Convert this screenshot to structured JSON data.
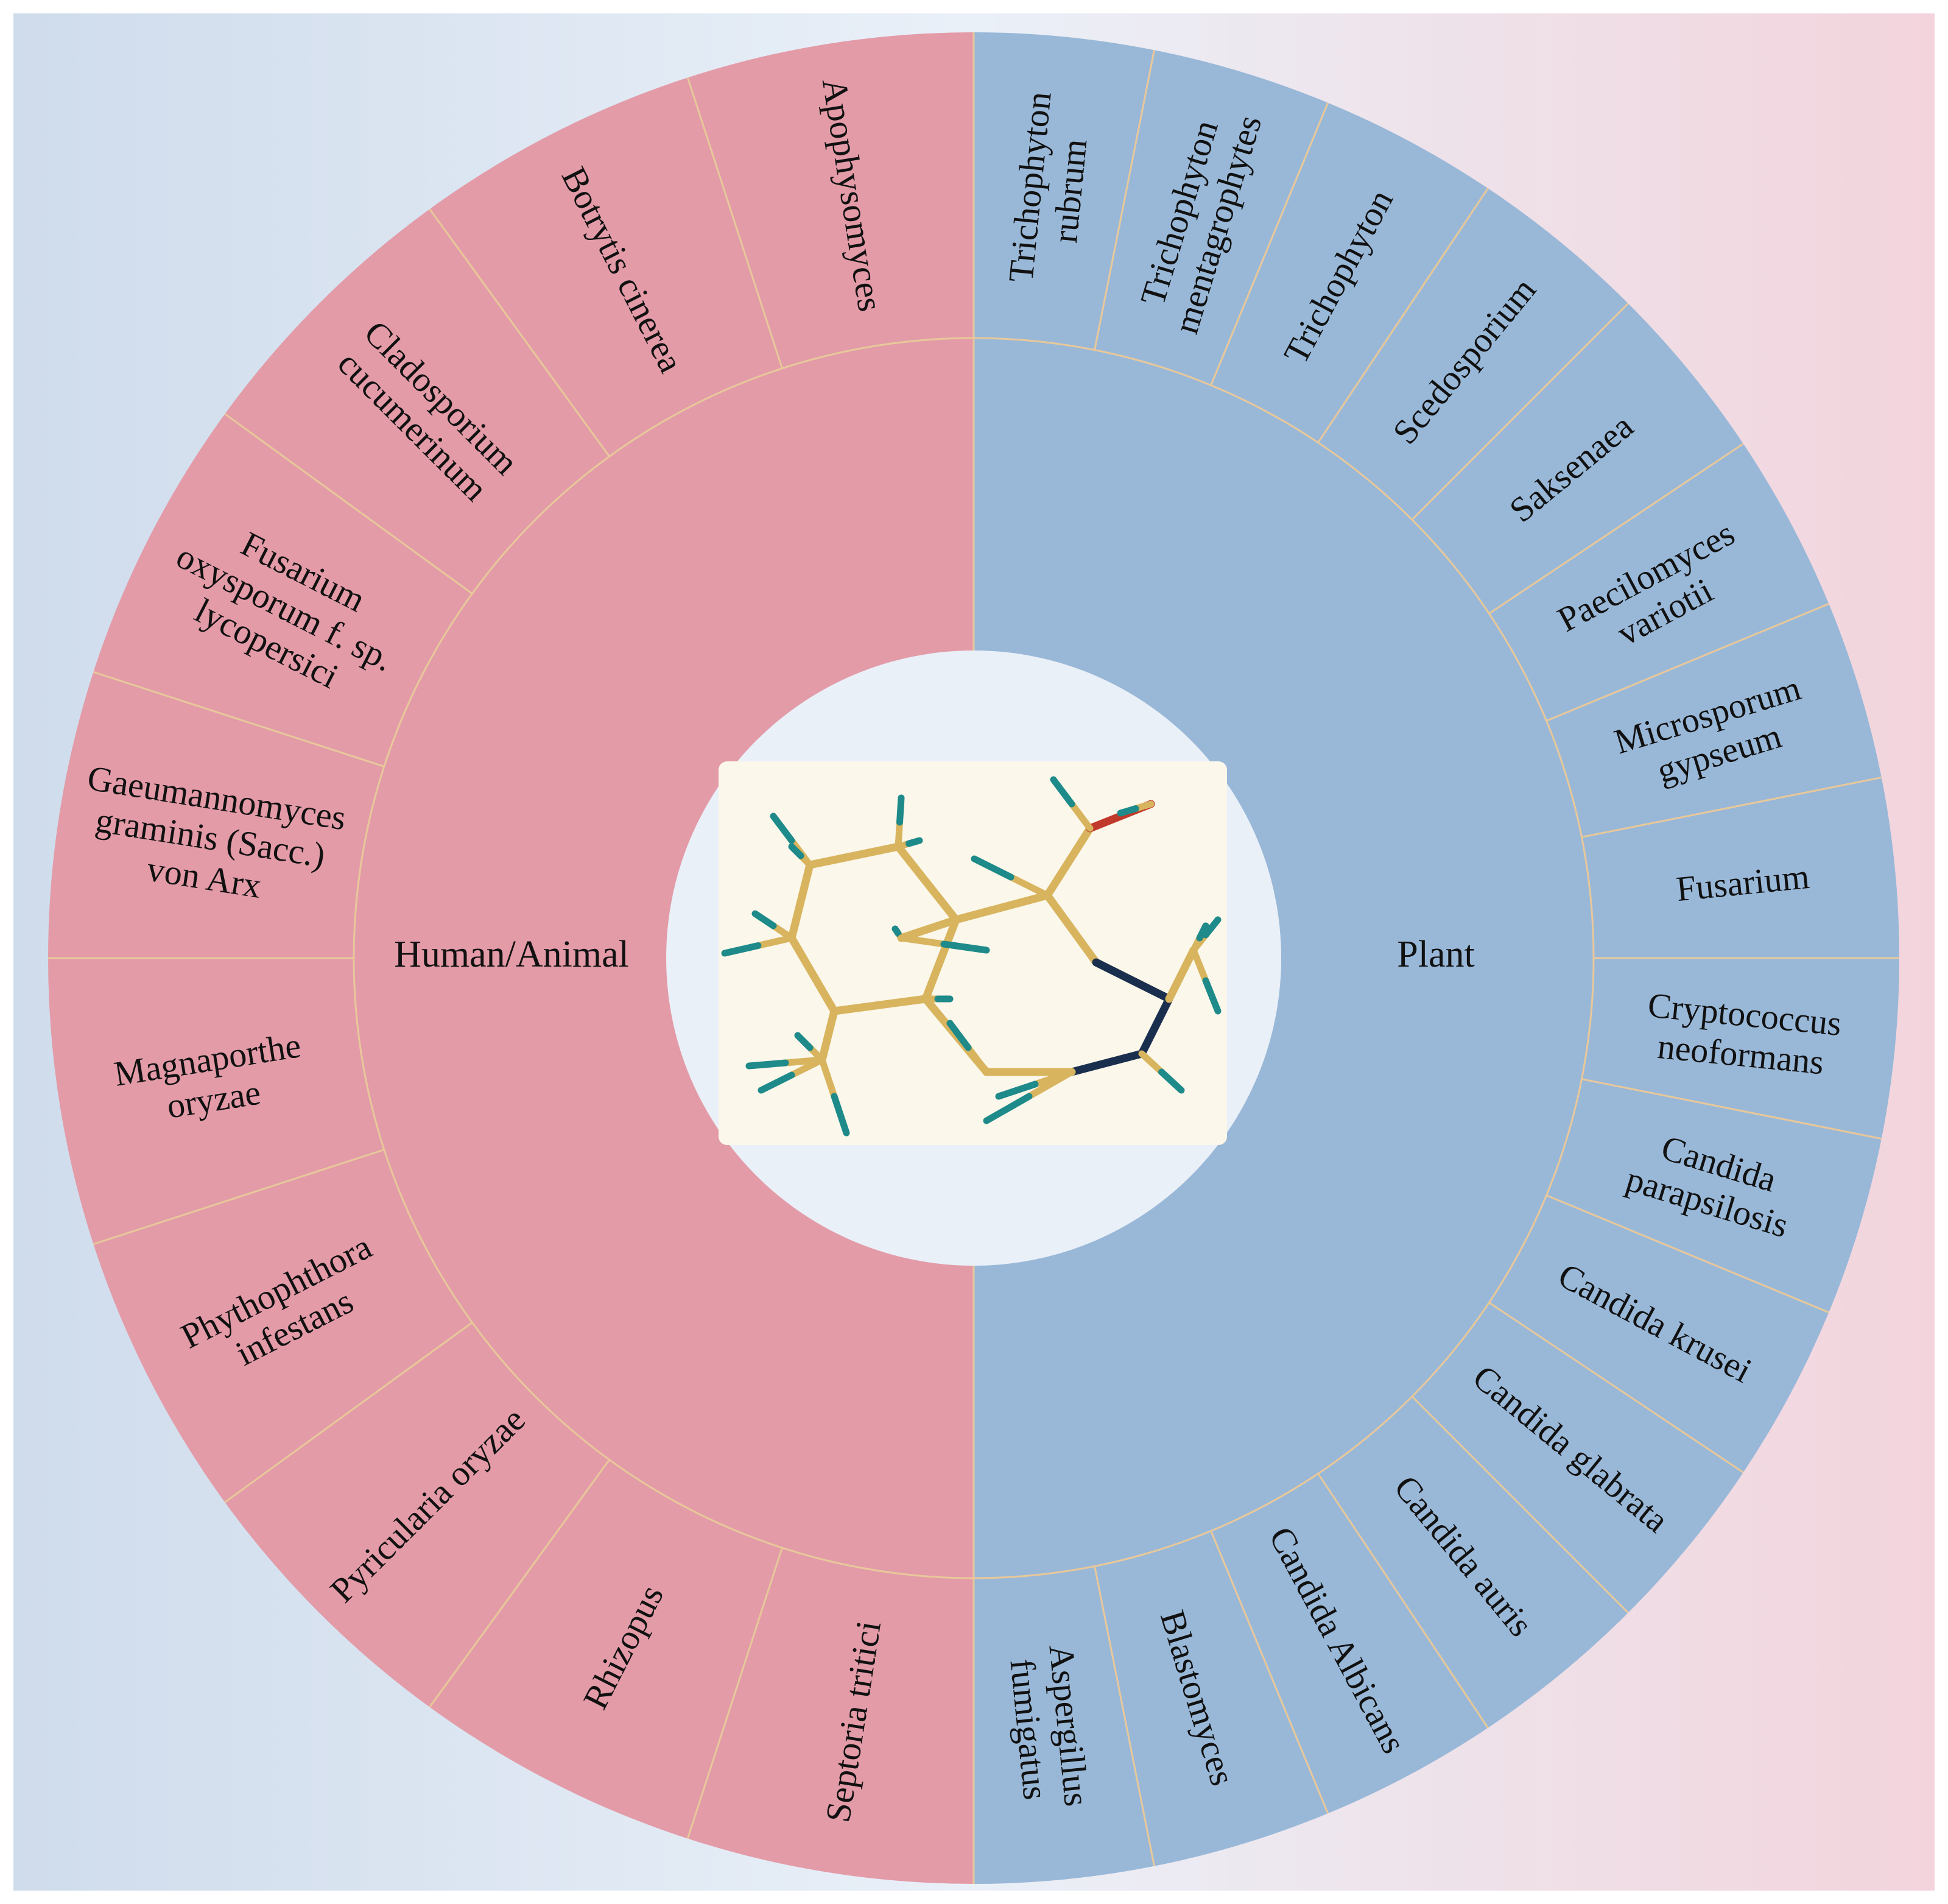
{
  "colors": {
    "human_fill": "#e39ba8",
    "plant_fill": "#99b8d8",
    "divider": "#e8c89a",
    "background_left": "#cfdcec",
    "background_mid": "#eaf0f8",
    "background_right": "#f3d4dc",
    "center_circle": "#eaf0f8",
    "molecule_panel": "#fbf7ea",
    "bond_carbon": "#d8b45e",
    "bond_hydrogen": "#1e8a8a",
    "bond_nitrogen": "#1a2f4e",
    "bond_oxygen": "#c0392b"
  },
  "categories": {
    "left": "Human/Animal",
    "right": "Plant"
  },
  "left_segments": [
    {
      "lines": [
        "Apophysomyces"
      ]
    },
    {
      "lines": [
        "Botrytis cinerea"
      ]
    },
    {
      "lines": [
        "Cladosporium",
        "cucumerinum"
      ]
    },
    {
      "lines": [
        "Fusarium",
        "oxysporum f. sp.",
        "lycopersici"
      ]
    },
    {
      "lines": [
        "Gaeumannomyces",
        "graminis (Sacc.)",
        "von Arx"
      ]
    },
    {
      "lines": [
        "Magnaporthe",
        "oryzae"
      ]
    },
    {
      "lines": [
        "Phythophthora",
        "infestans"
      ]
    },
    {
      "lines": [
        "Pyricularia oryzae"
      ]
    },
    {
      "lines": [
        "Rhizopus"
      ]
    },
    {
      "lines": [
        "Septoria tritici"
      ]
    }
  ],
  "right_segments": [
    {
      "lines": [
        "Trichophyton",
        "rubrum"
      ]
    },
    {
      "lines": [
        "Trichophyton",
        "mentagrophytes"
      ]
    },
    {
      "lines": [
        "Trichophyton"
      ]
    },
    {
      "lines": [
        "Scedosporium"
      ]
    },
    {
      "lines": [
        "Saksenaea"
      ]
    },
    {
      "lines": [
        "Paecilomyces",
        "variotii"
      ]
    },
    {
      "lines": [
        "Microsporum",
        "gypseum"
      ]
    },
    {
      "lines": [
        "Fusarium"
      ]
    },
    {
      "lines": [
        "Cryptococcus",
        "neoformans"
      ]
    },
    {
      "lines": [
        "Candida",
        "parapsilosis"
      ]
    },
    {
      "lines": [
        "Candida krusei"
      ]
    },
    {
      "lines": [
        "Candida glabrata"
      ]
    },
    {
      "lines": [
        "Candida auris"
      ]
    },
    {
      "lines": [
        "Candida Albicans"
      ]
    },
    {
      "lines": [
        "Blastomyces"
      ]
    },
    {
      "lines": [
        "Aspergillus",
        "fumigatus"
      ]
    }
  ]
}
